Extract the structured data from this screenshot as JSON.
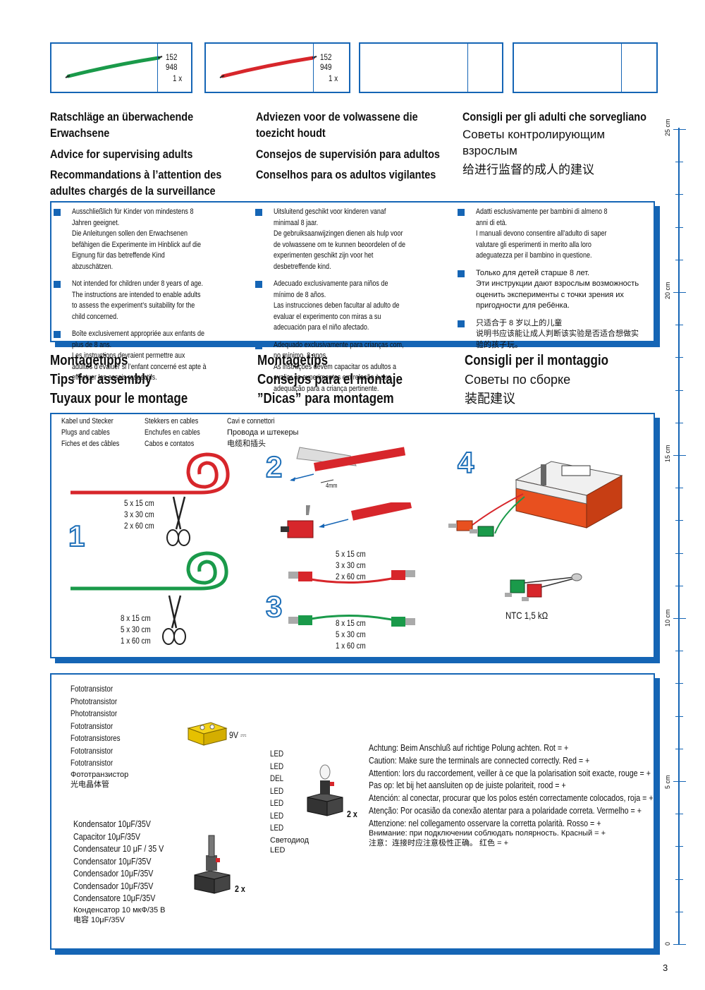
{
  "parts": [
    {
      "number": "152 948",
      "qty": "1 x",
      "color": "#1a9a4a"
    },
    {
      "number": "152 949",
      "qty": "1 x",
      "color": "#d7262b"
    }
  ],
  "supervising": {
    "col1": [
      "Ratschläge an überwachende",
      "Erwachsene",
      "Advice for supervising adults",
      "Recommandations à l’attention des",
      "adultes chargés de la surveillance"
    ],
    "col2": [
      "Adviezen voor de volwassene die",
      "toezicht houdt",
      "Consejos de supervisión para adultos",
      "Conselhos para os adultos vigilantes"
    ],
    "col3": [
      "Consigli per gli adulti che sorvegliano"
    ],
    "col3_ru": [
      "Советы контролирующим",
      "взрослым"
    ],
    "col3_zh": "给进行监督的成人的建议"
  },
  "notes": {
    "col1": [
      {
        "a": "Ausschließlich für Kinder von mindestens 8 Jahren geeignet.",
        "b": "Die Anleitungen sollen den Erwachsenen befähigen die Experimente im Hinblick auf die Eignung für das betreffende Kind abzuschätzen."
      },
      {
        "a": "Not intended for children under 8 years of age.",
        "b": "The instructions are intended to enable adults to assess the experiment’s suitability for the child concerned."
      },
      {
        "a": "Boîte exclusivement appropriée aux enfants de plus de 8 ans.",
        "b": "Les instructions devraient permettre aux adultes d’évaluer si l’enfant concerné est apte à effectuer les essais respectifs."
      }
    ],
    "col2": [
      {
        "a": "Uitsluitend geschikt voor kinderen vanaf minimaal 8 jaar.",
        "b": "De gebruiksaanwijzingen dienen als hulp voor de volwassene om te kunnen beoordelen of de experimenten geschikt zijn voor het desbetreffende kind."
      },
      {
        "a": "Adecuado exclusivamente para niños de mínimo de 8 años.",
        "b": "Las instrucciones deben facultar al adulto de evaluar el experimento con miras a su adecuación para el niño afectado."
      },
      {
        "a": "Adequado exclusivamente para crianças com, no mínimo, 8 anos.",
        "b": "As instruções devem capacitar os adultos a avaliar os experimentos em relação à sua adequação para a criança pertinente."
      }
    ],
    "col3": [
      {
        "a": "Adatti esclusivamente per bambini di almeno 8 anni di età.",
        "b": "I manuali devono consentire all’adulto di saper valutare gli esperimenti in merito alla loro adeguatezza per il bambino in questione."
      },
      {
        "a": "Только для детей старше 8 лет.",
        "b": "Эти инструкции дают взрослым возможность оценить эксперименты с точки зрения их пригодности для ребёнка."
      },
      {
        "a": "只适合于 8 岁以上的儿童",
        "b": "说明书应该能让成人判断该实验是否适合想做实验的孩子玩。"
      }
    ]
  },
  "assembly": {
    "col1": [
      "Montagetipps",
      "Tips for assembly",
      "Tuyaux pour le montage"
    ],
    "col2": [
      "Montagetips",
      "Consejos para el montaje",
      "”Dicas” para montagem"
    ],
    "col3": [
      "Consigli per il montaggio"
    ],
    "col3_ru": "Советы по сборке",
    "col3_zh": "装配建议"
  },
  "cables": {
    "col1": [
      "Kabel und Stecker",
      "Plugs and cables",
      "Fiches et des câbles"
    ],
    "col2": [
      "Stekkers en cables",
      "Enchufes en cables",
      "Cabos e contatos"
    ],
    "col3": [
      "Cavi e connettori"
    ],
    "col3_ru": "Провода и штекеры",
    "col3_zh": "电缆和插头"
  },
  "steps": {
    "n1": "1",
    "n2": "2",
    "n3": "3",
    "n4": "4",
    "red_cuts": [
      "5 x 15 cm",
      "3 x 30 cm",
      "2 x 60 cm"
    ],
    "green_cuts": [
      "8 x 15 cm",
      "5 x 30 cm",
      "1 x 60 cm"
    ],
    "strip_len": "4mm",
    "ntc": "NTC 1,5 kΩ"
  },
  "components": {
    "phototransistor": [
      "Fototransistor",
      "Phototransistor",
      "Phototransistor",
      "Fototransistor",
      "Fototransistores",
      "Fototransistor",
      "Fototransistor"
    ],
    "phototransistor_ru": "Фототранзистор",
    "phototransistor_zh": "光电晶体管",
    "battery": "9V ⎓",
    "led": [
      "LED",
      "LED",
      "DEL",
      "LED",
      "LED",
      "LED",
      "LED"
    ],
    "led_ru": "Светодиод",
    "led_zh": "LED",
    "led_qty": "2 x",
    "capacitor": [
      "Kondensator 10μF/35V",
      "Capacitor 10μF/35V",
      "Condensateur 10 μF / 35 V",
      "Condensator 10μF/35V",
      "Condensador 10μF/35V",
      "Condensador 10μF/35V",
      "Condensatore 10μF/35V"
    ],
    "capacitor_ru": "Конденсатор 10 мкФ/35 В",
    "capacitor_zh": "电容 10μF/35V",
    "capacitor_qty": "2 x",
    "polarity": [
      "Achtung: Beim Anschluß auf richtige Polung achten. Rot = +",
      "Caution: Make sure the terminals are connected correctly. Red = +",
      "Attention: lors du raccordement, veiller à ce que la polarisation soit exacte, rouge = +",
      "Pas op: let bij het aansluiten op de juiste polariteit, rood = +",
      "Atención: al conectar, procurar que los polos estén correctamente colocados, roja = +",
      "Atenção: Por ocasião da conexão atentar para a polaridade correta. Vermelho = +",
      "Attenzione: nel collegamento osservare la corretta polarità. Rosso = +"
    ],
    "polarity_ru": "Внимание: при подключении соблюдать полярность. Красный = +",
    "polarity_zh": "注意：连接时应注意极性正确。 红色 = +"
  },
  "ruler": [
    "25 cm",
    "20 cm",
    "15 cm",
    "10 cm",
    "5 cm",
    "0"
  ],
  "page_number": "3",
  "colors": {
    "accent": "#1565b5",
    "red": "#d7262b",
    "green": "#1a9a4a"
  }
}
